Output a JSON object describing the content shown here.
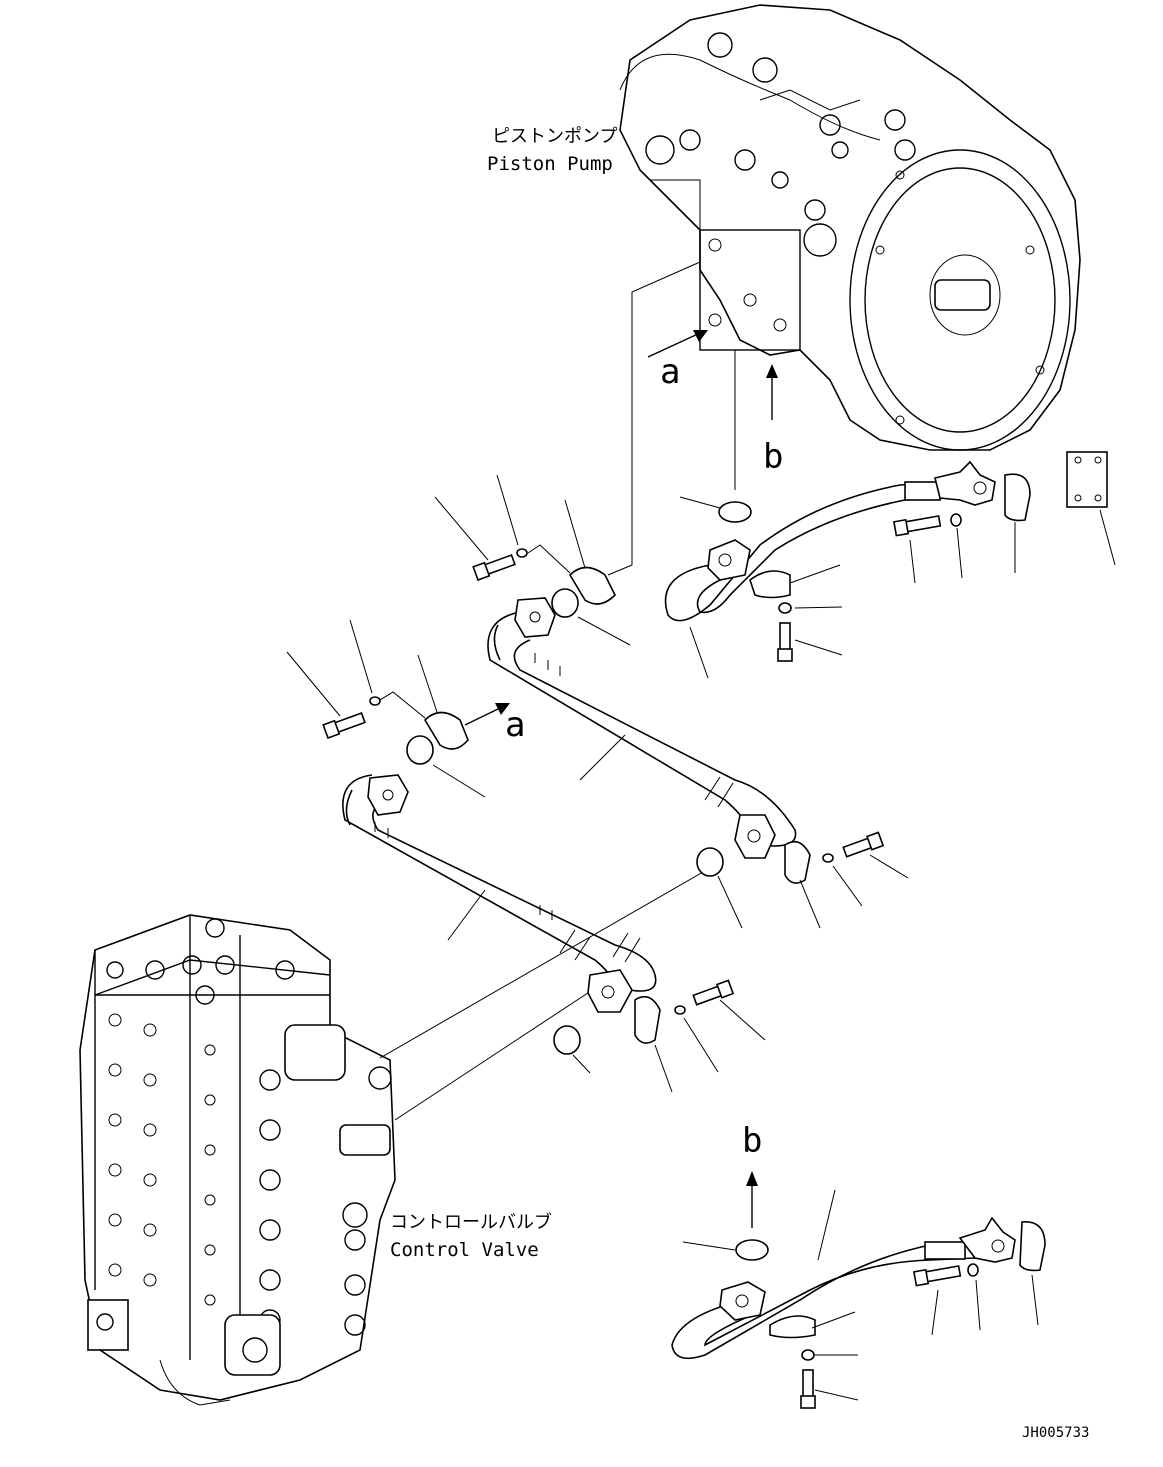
{
  "labels": {
    "piston_pump_jp": "ピストンポンプ",
    "piston_pump_en": "Piston Pump",
    "control_valve_jp": "コントロールバルブ",
    "control_valve_en": "Control Valve",
    "arrow_a": "a",
    "arrow_b": "b",
    "drawing_id": "JH005733"
  }
}
